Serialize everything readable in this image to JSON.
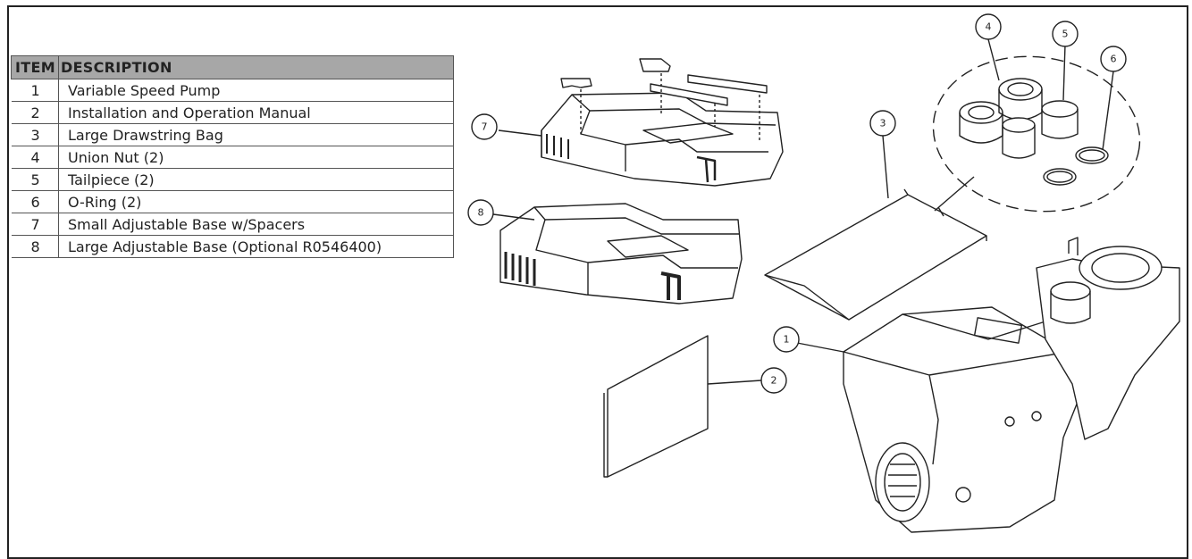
{
  "table": {
    "header_item": "ITEM",
    "header_desc": "DESCRIPTION",
    "rows": [
      {
        "item": "1",
        "description": "Variable Speed Pump"
      },
      {
        "item": "2",
        "description": "Installation and Operation Manual"
      },
      {
        "item": "3",
        "description": "Large Drawstring Bag"
      },
      {
        "item": "4",
        "description": "Union Nut (2)"
      },
      {
        "item": "5",
        "description": "Tailpiece (2)"
      },
      {
        "item": "6",
        "description": "O-Ring (2)"
      },
      {
        "item": "7",
        "description": "Small Adjustable Base w/Spacers"
      },
      {
        "item": "8",
        "description": "Large Adjustable Base (Optional R0546400)"
      }
    ]
  },
  "callouts": [
    "1",
    "2",
    "3",
    "4",
    "5",
    "6",
    "7",
    "8"
  ]
}
